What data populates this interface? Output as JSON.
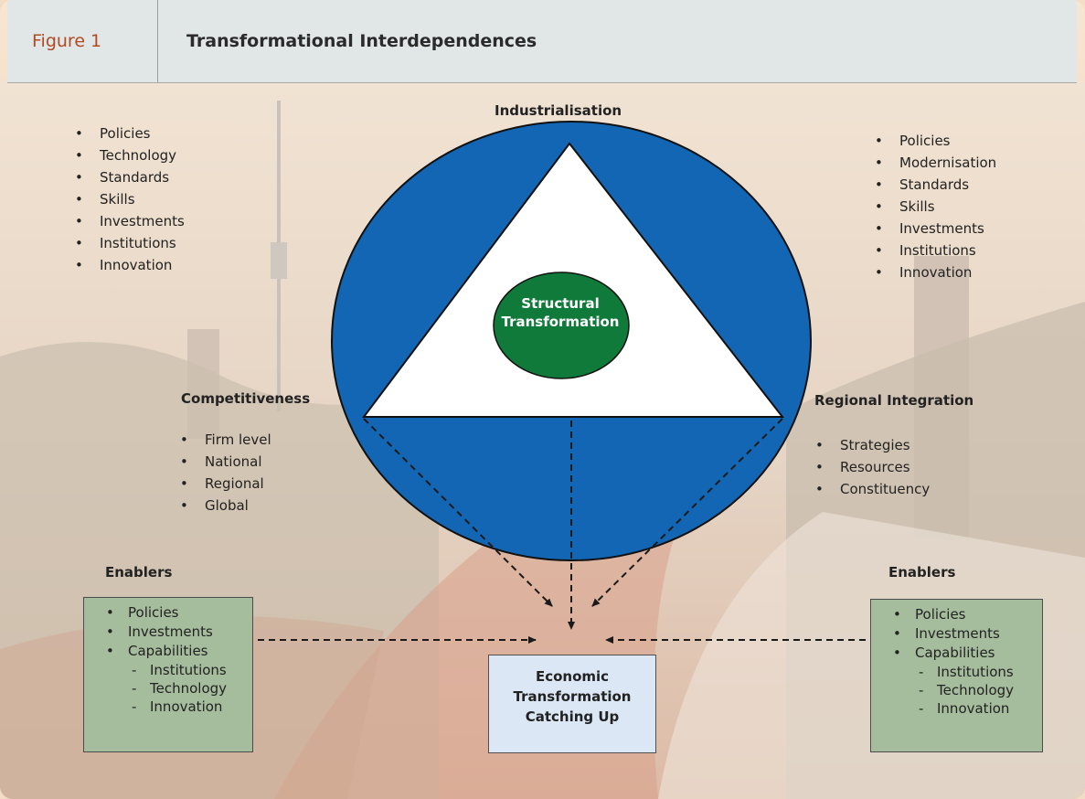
{
  "header": {
    "figure_number": "Figure 1",
    "title": "Transformational Interdependences"
  },
  "diagram": {
    "top_label": "Industrialisation",
    "center_label_line1": "Structural",
    "center_label_line2": "Transformation",
    "left_label": "Competitiveness",
    "right_label": "Regional Integration",
    "top_left_list": [
      "Policies",
      "Technology",
      "Standards",
      "Skills",
      "Investments",
      "Institutions",
      "Innovation"
    ],
    "top_right_list": [
      "Policies",
      "Modernisation",
      "Standards",
      "Skills",
      "Investments",
      "Institutions",
      "Innovation"
    ],
    "competitiveness_list": [
      "Firm level",
      "National",
      "Regional",
      "Global"
    ],
    "regional_list": [
      "Strategies",
      "Resources",
      "Constituency"
    ],
    "enablers_left": {
      "title": "Enablers",
      "items": [
        "Policies",
        "Investments",
        "Capabilities"
      ],
      "sub_items": [
        "Institutions",
        "Technology",
        "Innovation"
      ]
    },
    "enablers_right": {
      "title": "Enablers",
      "items": [
        "Policies",
        "Investments",
        "Capabilities"
      ],
      "sub_items": [
        "Institutions",
        "Technology",
        "Innovation"
      ]
    },
    "outcome_line1": "Economic",
    "outcome_line2": "Transformation",
    "outcome_line3": "Catching Up"
  },
  "colors": {
    "ellipse": "#1266b4",
    "triangle": "#ffffff",
    "center": "#0f7a3a",
    "enabler_box": "#a6bd9d",
    "outcome_box": "#dbe7f4",
    "figure_number": "#b04a24"
  }
}
